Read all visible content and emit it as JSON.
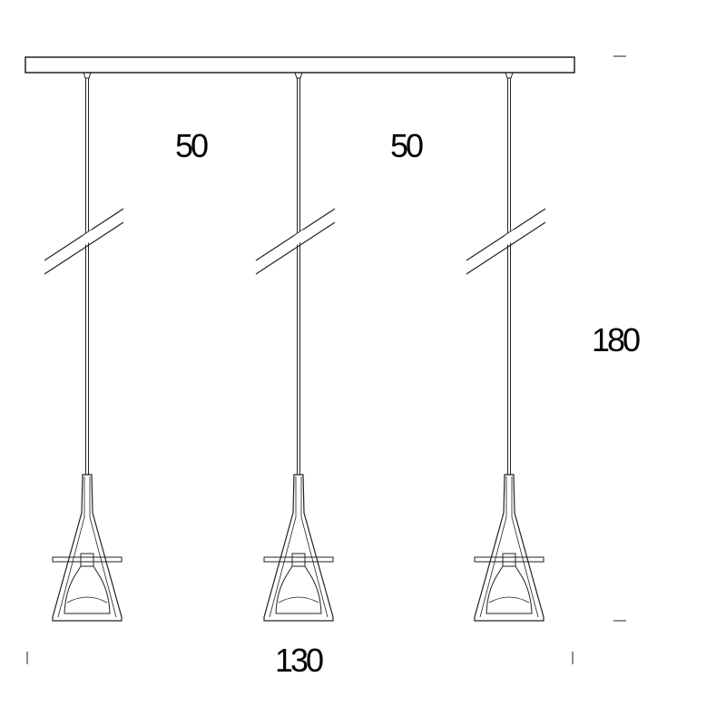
{
  "dimensions": {
    "spacing_left": "50",
    "spacing_right": "50",
    "height": "180",
    "width": "130"
  },
  "colors": {
    "line": "#222222",
    "background": "#ffffff"
  }
}
